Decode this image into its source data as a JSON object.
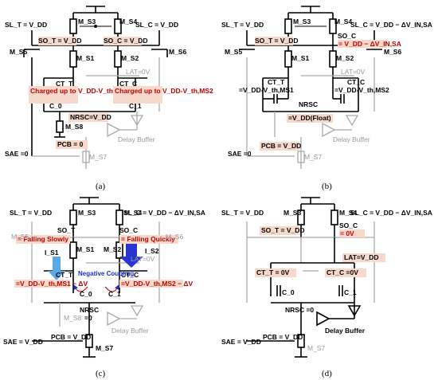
{
  "panels": {
    "a": {
      "caption": "(a)",
      "sl_t": "SL_T = V_DD",
      "sl_c": "SL_C = V_DD",
      "so_t": "SO_T = V_DD",
      "so_c": "SO_C = V_DD",
      "m_s3": "M_S3",
      "m_s4": "M_S4",
      "m_s1": "M_S1",
      "m_s2": "M_S2",
      "m_s5": "M_S5",
      "m_s6": "M_S6",
      "m_s7": "M_S7",
      "m_s8": "M_S8",
      "lat": "LAT=0V",
      "ct_t": "CT_T",
      "ct_c": "CT_C",
      "c0": "C_0",
      "c1": "C_1",
      "charged_t": "Charged up to V_DD-V_th,MS1",
      "charged_c": "Charged up to V_DD-V_th,MS2",
      "nrsc": "NRSC=V_DD",
      "pcb": "PCB = 0",
      "sae": "SAE =0",
      "delay_buffer": "Delay Buffer"
    },
    "b": {
      "caption": "(b)",
      "sl_t": "SL_T = V_DD",
      "sl_c": "SL_C = V_DD − ΔV_IN,SA",
      "so_t": "SO_T = V_DD",
      "so_c": "SO_C",
      "so_c_val": "= V_DD − ΔV_IN,SA",
      "m_s3": "M_S3",
      "m_s4": "M_S4",
      "m_s1": "M_S1",
      "m_s2": "M_S2",
      "m_s5": "M_S5",
      "m_s6": "M_S6",
      "m_s7": "M_S7",
      "lat": "LAT=0V",
      "ct_t": "CT_T",
      "ct_c": "CT_C",
      "ct_t_val": "=V_DD-V_th,MS1",
      "ct_c_val": "=V_DD-V_th,MS2",
      "nrsc": "NRSC",
      "nrsc_val": "=V_DD(Float)",
      "pcb": "PCB = V_DD",
      "sae": "SAE =0",
      "delay_buffer": "Delay Buffer"
    },
    "c": {
      "caption": "(c)",
      "sl_t": "SL_T = V_DD",
      "sl_c": "SL_C = V_DD − ΔV_IN,SA",
      "so_t": "SO_T",
      "so_c": "SO_C",
      "falling_slowly": "= Falling Slowly",
      "falling_quickly": "= Falling Quickly",
      "i_s1": "I_S1",
      "i_s2": "I_S2",
      "m_s3": "M_S3",
      "m_s4": "M_S4",
      "m_s1": "M_S1",
      "m_s2": "M_S2",
      "m_s5": "M_S5",
      "m_s6": "M_S6",
      "m_s7": "M_S7",
      "m_s8": "M_S8",
      "lat": "LAT=0V",
      "ct_t": "CT_T",
      "ct_c": "CT_C",
      "ct_t_val": "=V_DD-V_th,MS1 − ΔV",
      "ct_c_val": "=V_DD-V_th,MS2 − ΔV",
      "negative_coupling": "Negative Coupling",
      "c0": "C_0",
      "c1": "C_1",
      "nrsc": "NRSC",
      "nrsc_val": "=0",
      "pcb": "PCB = V_DD",
      "sae": "SAE = V_DD",
      "delay_buffer": "Delay Buffer"
    },
    "d": {
      "caption": "(d)",
      "sl_t": "SL_T = V_DD",
      "sl_c": "SL_C = V_DD − ΔV_IN,SA",
      "so_t": "SO_T = V_DD",
      "so_c": "SO_C",
      "so_c_val": "= 0V",
      "m_s3": "M_S3",
      "m_s4": "M_S4",
      "m_s7": "M_S7",
      "lat": "LAT=V_DD",
      "ct_t": "CT_T = 0V",
      "ct_c": "CT_C =0V",
      "c0": "C_0",
      "c1": "C_1",
      "nrsc": "NRSC =0",
      "pcb": "PCB = V_DD",
      "sae": "SAE = V_DD",
      "delay_buffer": "Delay Buffer"
    }
  },
  "colors": {
    "highlight_red": "#c00000",
    "label_bg": "#f7d9cc",
    "arrow_light_blue": "#5aa9e6",
    "arrow_dark_blue": "#2a35d0",
    "inactive_gray": "#a9a9a9"
  }
}
